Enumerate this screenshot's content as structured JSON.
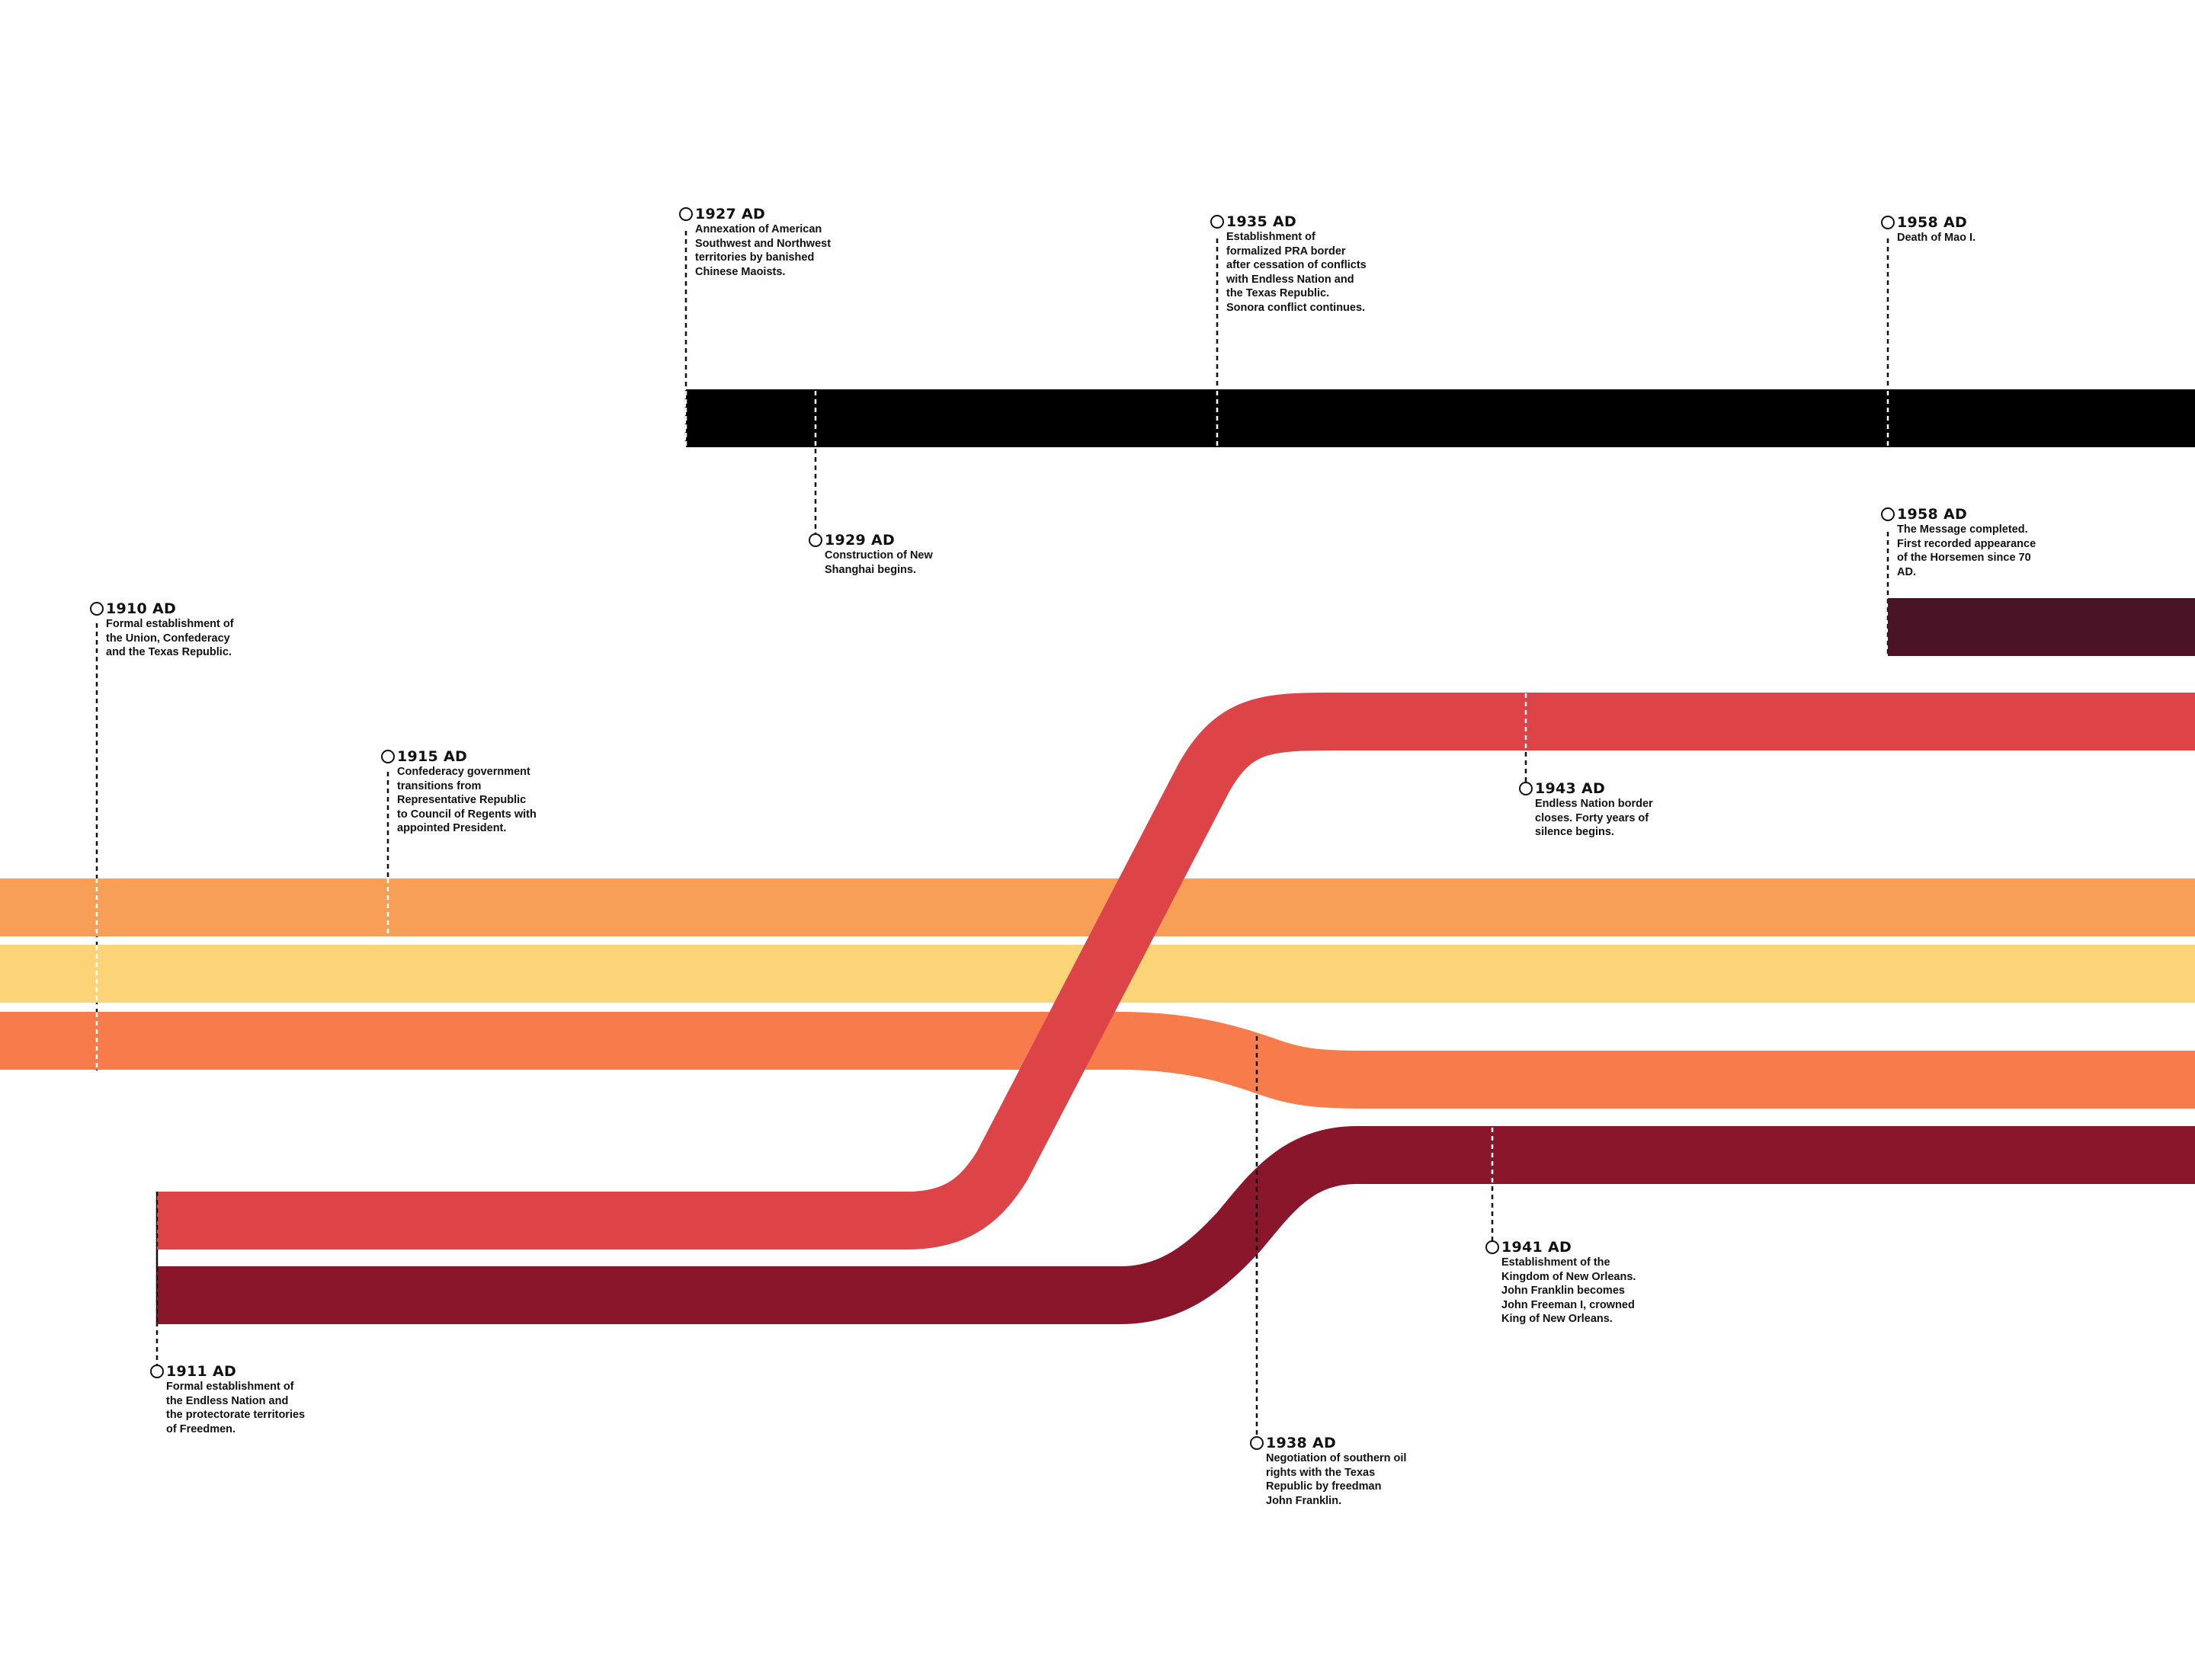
{
  "colors": {
    "background": "#ffffff",
    "ink": "#111111",
    "black_band": "#000000",
    "plum_band": "#4a1426",
    "red_band": "#dc4448",
    "orange_band": "#f89f57",
    "yellow_band": "#fad476",
    "coral_band": "#f77b4b",
    "maroon_band": "#8a162b"
  },
  "events": [
    {
      "id": "1927",
      "year": "1927 AD",
      "description": "Annexation of American\nSouthwest and Northwest\nterritories by banished\nChinese Maoists."
    },
    {
      "id": "1935",
      "year": "1935 AD",
      "description": "Establishment of\nformalized PRA border\nafter cessation of conflicts\nwith Endless Nation and\nthe Texas Republic.\nSonora conflict continues."
    },
    {
      "id": "1958a",
      "year": "1958 AD",
      "description": "Death of Mao I."
    },
    {
      "id": "1929",
      "year": "1929 AD",
      "description": "Construction of New\nShanghai begins."
    },
    {
      "id": "1958b",
      "year": "1958 AD",
      "description": "The Message completed.\nFirst recorded appearance\nof the Horsemen since 70\nAD."
    },
    {
      "id": "1910",
      "year": "1910 AD",
      "description": "Formal establishment of\nthe Union, Confederacy\nand the Texas Republic."
    },
    {
      "id": "1915",
      "year": "1915 AD",
      "description": "Confederacy government\ntransitions from\nRepresentative Republic\nto Council of Regents with\nappointed President."
    },
    {
      "id": "1943",
      "year": "1943 AD",
      "description": "Endless Nation border\ncloses. Forty years of\nsilence begins."
    },
    {
      "id": "1941",
      "year": "1941 AD",
      "description": "Establishment of the\nKingdom of New Orleans.\nJohn Franklin becomes\nJohn Freeman I, crowned\nKing of New Orleans."
    },
    {
      "id": "1911",
      "year": "1911 AD",
      "description": "Formal establishment of\nthe Endless Nation and\nthe protectorate territories\nof Freedmen."
    },
    {
      "id": "1938",
      "year": "1938 AD",
      "description": "Negotiation of southern oil\nrights with the Texas\nRepublic by freedman\nJohn Franklin."
    }
  ]
}
